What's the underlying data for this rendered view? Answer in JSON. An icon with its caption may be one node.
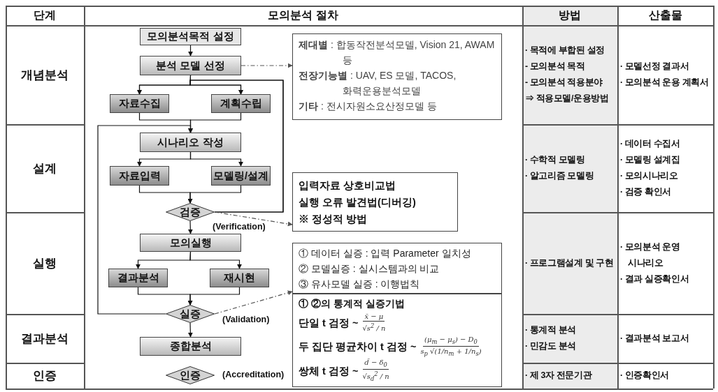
{
  "diagram": {
    "nodes": [
      {
        "text": [
          "모의분석목적 설정"
        ]
      },
      {
        "text": [
          "분석 모델 선정"
        ]
      },
      {
        "text": [
          "자료수집"
        ]
      },
      {
        "text": [
          "계획수립"
        ]
      },
      {
        "text": [
          "시나리오 작성"
        ]
      },
      {
        "text": [
          "자료입력"
        ]
      },
      {
        "text": [
          "모델링/설계"
        ]
      },
      {
        "text": [
          "검증"
        ],
        "beside": [
          "(Verification)"
        ]
      },
      {
        "text": [
          "모의실행"
        ]
      },
      {
        "text": [
          "결과분석"
        ]
      },
      {
        "text": [
          "재시현"
        ]
      },
      {
        "text": [
          "실증"
        ],
        "beside": [
          "(Validation)"
        ]
      },
      {
        "text": [
          "종합분석"
        ]
      },
      {
        "text": [
          "인증"
        ],
        "beside": [
          "(Accreditation)"
        ]
      },
      {
        "text": [
          "**제대별** : 합동작전분석모델, Vision 21, AWAM 등",
          "**전장기능별** : UAV, ES 모델, TACOS, 화력운용분석모델",
          "**기타** : 전시자원소요산정모델 등"
        ]
      },
      {
        "text": [
          "입력자료 상호비교법",
          "실행 오류 발견법(디버깅)",
          "※ 정성적 방법"
        ]
      },
      {
        "text": [
          "① 데이터 실증 : 입력 Parameter 일치성",
          "② 모델실증 : 실시스템과의 비교",
          "③ 유사모델 실증 : 이행법칙"
        ]
      },
      {
        "text": [
          "① ②의 통계적 실증기법",
          "단일 t 검정 ~",
          "x̄ − μ",
          "√s$^{2}$ / n",
          "두 집단 평균차이 t 검정 ~",
          "(μ$_{m}$ − μ$_{s}$) − D$_{0}$",
          "s$_{p}$ √(1/n$_{m}$ + 1/n$_{s}$)",
          "쌍체 t 검정 ~",
          "d̄ − δ$_{0}$",
          "√s$_{d}$$^{2}$ / n"
        ]
      }
    ],
    "edges": [
      {
        "from": 0,
        "to": 1,
        "arrow": "to"
      },
      {
        "from": 1,
        "to": 2,
        "arrow": "to"
      },
      {
        "from": 1,
        "to": 3,
        "arrow": "to"
      },
      {
        "from": 2,
        "to": 4,
        "arrow": "to"
      },
      {
        "from": 3,
        "to": 4,
        "arrow": "to"
      },
      {
        "from": 4,
        "to": 5,
        "arrow": "to"
      },
      {
        "from": 4,
        "to": 6,
        "arrow": "to"
      },
      {
        "from": 5,
        "to": 7,
        "arrow": "to"
      },
      {
        "from": 6,
        "to": 7,
        "arrow": "to"
      },
      {
        "from": 7,
        "to": 8,
        "arrow": "to"
      },
      {
        "from": 8,
        "to": 9,
        "arrow": "to"
      },
      {
        "from": 8,
        "to": 10,
        "arrow": "to"
      },
      {
        "from": 9,
        "to": 11,
        "arrow": "to"
      },
      {
        "from": 10,
        "to": 11,
        "arrow": "to"
      },
      {
        "from": 11,
        "to": 12,
        "arrow": "to"
      },
      {
        "from": 7,
        "to": 2,
        "arrow": "to"
      },
      {
        "from": 7,
        "to": 3,
        "arrow": "to"
      },
      {
        "from": 11,
        "to": 4,
        "arrow": "to"
      },
      {
        "from": 1,
        "to": 14,
        "arrow": "to",
        "style": "dashed",
        "color": "#555555"
      },
      {
        "from": 7,
        "to": 15,
        "arrow": "to",
        "style": "dashed",
        "color": "#555555"
      },
      {
        "from": 11,
        "to": 16,
        "arrow": "to",
        "style": "dashed",
        "color": "#555555"
      }
    ],
    "labels": [
      "단계",
      "모의분석 절차",
      "방법",
      "산출물",
      "개념분석",
      "· 목적에 부합된 설정",
      "- 모의분석 목적",
      "- 모의분석 적용분야",
      "⇒ 적용모델/운용방법",
      "· 모델선정 결과서",
      "· 모의분석 운용 계획서",
      "설계",
      "· 수학적 모델링",
      "· 알고리즘 모델링",
      "· 데이터 수집서",
      "· 모델링 설계집",
      "· 모의시나리오",
      "· 검증 확인서",
      "실행",
      "· 프로그램설계 및 구현",
      "· 모의분석 운영 시나리오",
      "· 결과 실증확인서",
      "결과분석",
      "· 통계적 분석",
      "· 민감도 분석",
      "· 결과분석 보고서",
      "인증",
      "· 제 3자 전문기관",
      "· 인증확인서"
    ]
  }
}
